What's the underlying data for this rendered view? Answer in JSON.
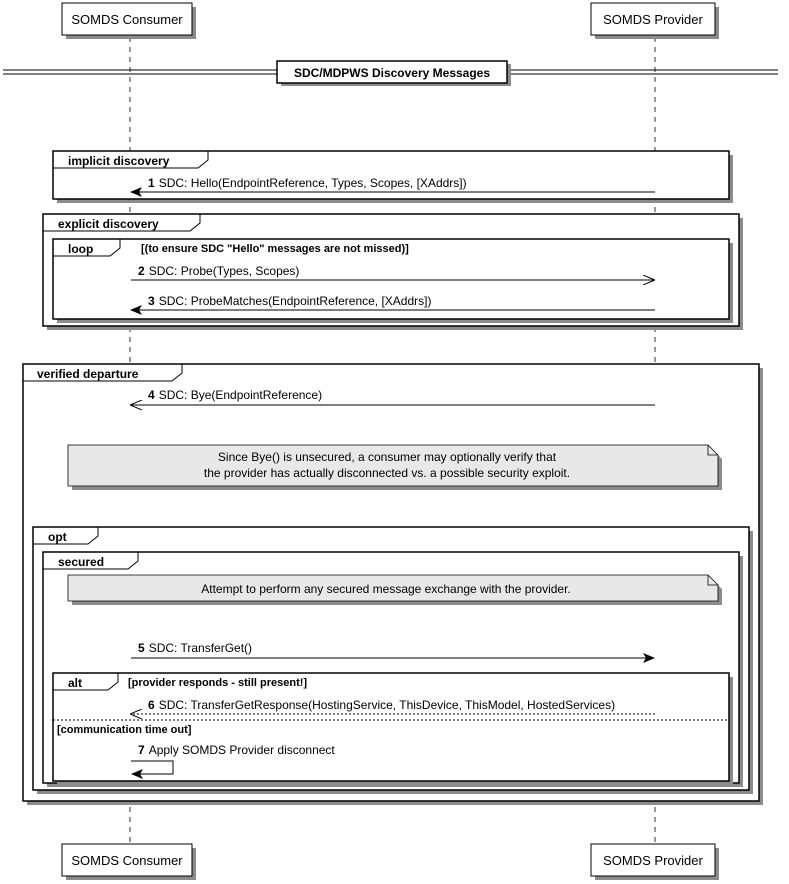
{
  "participants": {
    "consumer": "SOMDS Consumer",
    "provider": "SOMDS Provider"
  },
  "divider": {
    "title": "SDC/MDPWS Discovery Messages"
  },
  "groups": {
    "implicit": {
      "label": "implicit discovery"
    },
    "explicit": {
      "label": "explicit discovery"
    },
    "loop": {
      "label": "loop",
      "condition": "[(to ensure SDC \"Hello\" messages are not missed)]"
    },
    "departure": {
      "label": "verified departure"
    },
    "opt": {
      "label": "opt"
    },
    "secured": {
      "label": "secured"
    },
    "alt": {
      "label": "alt",
      "condition": "[provider responds - still present!]",
      "else_condition": "[communication time out]"
    }
  },
  "messages": [
    {
      "num": "1",
      "text": "SDC: Hello(EndpointReference, Types, Scopes, [XAddrs])"
    },
    {
      "num": "2",
      "text": "SDC: Probe(Types, Scopes)"
    },
    {
      "num": "3",
      "text": "SDC: ProbeMatches(EndpointReference, [XAddrs])"
    },
    {
      "num": "4",
      "text": "SDC: Bye(EndpointReference)"
    },
    {
      "num": "5",
      "text": "SDC: TransferGet()"
    },
    {
      "num": "6",
      "text": "SDC: TransferGetResponse(HostingService, ThisDevice, ThisModel, HostedServices)"
    },
    {
      "num": "7",
      "text": "Apply SOMDS Provider disconnect"
    }
  ],
  "notes": {
    "bye_line1": "Since Bye() is unsecured, a consumer may optionally verify that",
    "bye_line2": "the provider has actually disconnected vs. a possible security exploit.",
    "secured": "Attempt to perform any secured message exchange with the provider."
  },
  "colors": {
    "note_fill": "#e8e8e8",
    "shadow": "#8c8c8c",
    "line": "#000000"
  }
}
